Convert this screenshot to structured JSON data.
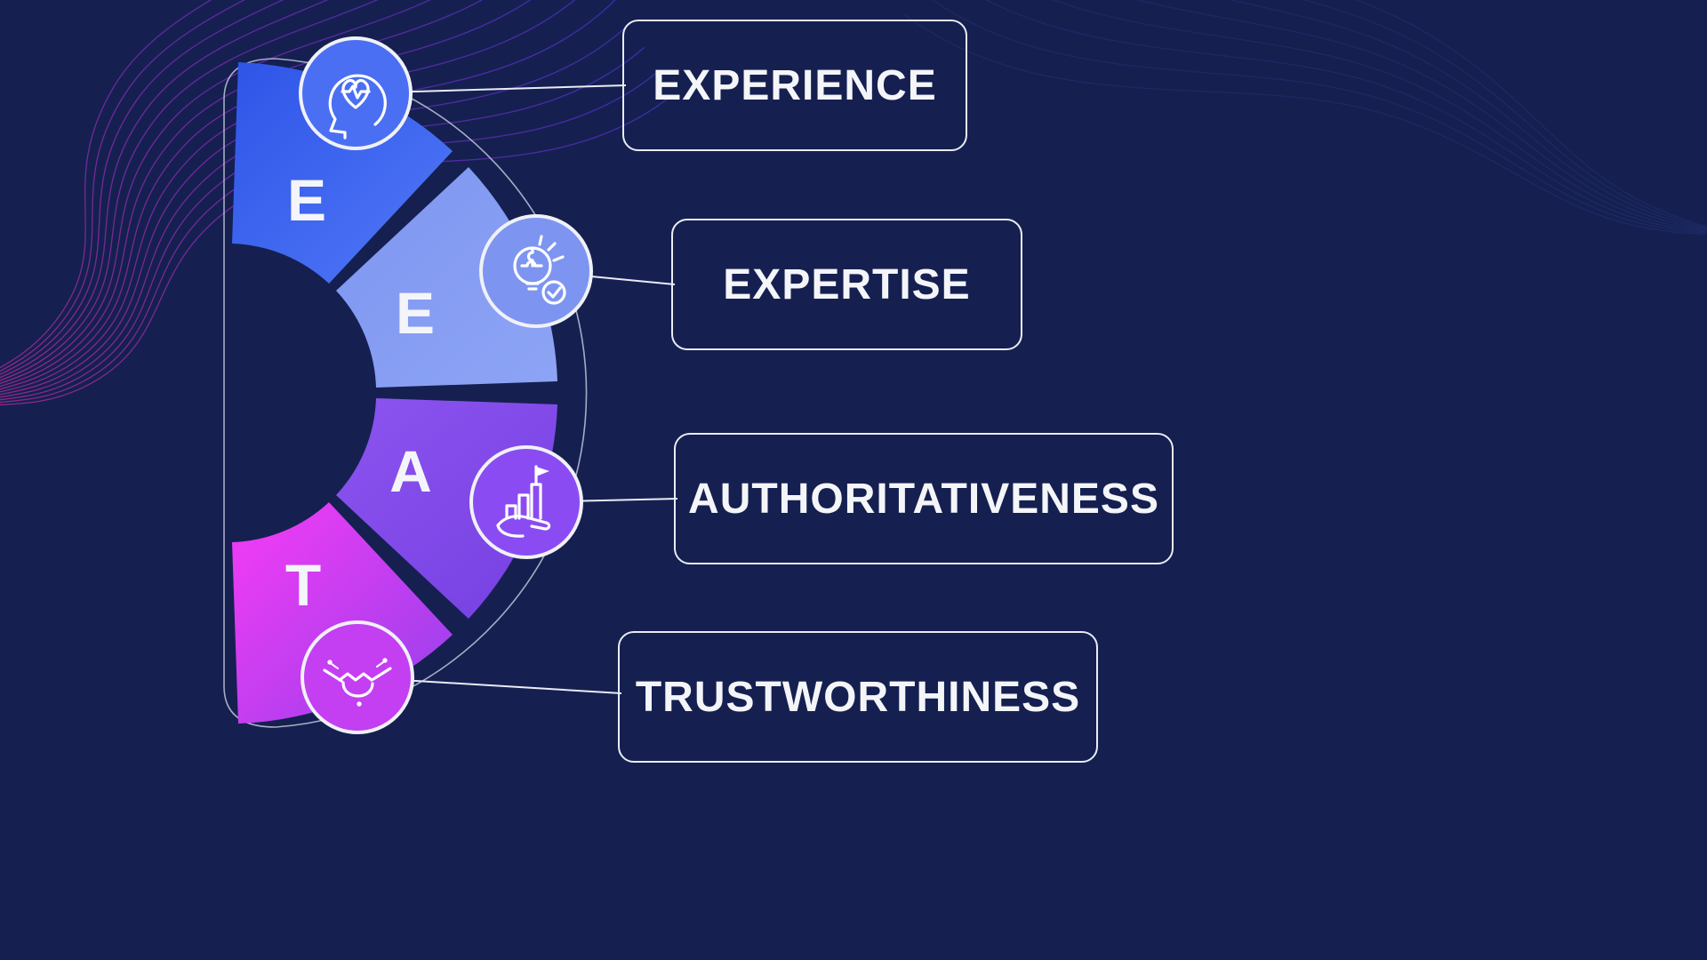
{
  "page": {
    "background_color": "#152050"
  },
  "palette": {
    "background": "#152050",
    "box_border": "#e9ecf4",
    "box_text": "#f4f5f8",
    "letter_color": "#f4f5fa",
    "outline": "#c9cfe2",
    "connector": "#e9ecf4",
    "wave_pink": "#ff2fae",
    "wave_purple": "#b02fe2",
    "wave_violet": "#5b39f2",
    "wave_dark": "#212e6e"
  },
  "diagram": {
    "type": "half-donut",
    "segments": [
      {
        "letter": "E",
        "label": "EXPERIENCE",
        "fill_start": "#2f55e8",
        "fill_end": "#5078f7",
        "icon": "head-heartbeat-icon",
        "icon_fill": "#4a6ff2"
      },
      {
        "letter": "E",
        "label": "EXPERTISE",
        "fill_start": "#7e96f0",
        "fill_end": "#8da4f5",
        "icon": "puzzle-bulb-check-icon",
        "icon_fill": "#7d95f0"
      },
      {
        "letter": "A",
        "label": "AUTHORITATIVENESS",
        "fill_start": "#8a52ee",
        "fill_end": "#7640e2",
        "icon": "growth-steps-hand-icon",
        "icon_fill": "#8a4cf2"
      },
      {
        "letter": "T",
        "label": "TRUSTWORTHINESS",
        "fill_start": "#ea3cf4",
        "fill_end": "#8f41eb",
        "icon": "handshake-icon",
        "icon_fill": "#c43ef2"
      }
    ]
  }
}
